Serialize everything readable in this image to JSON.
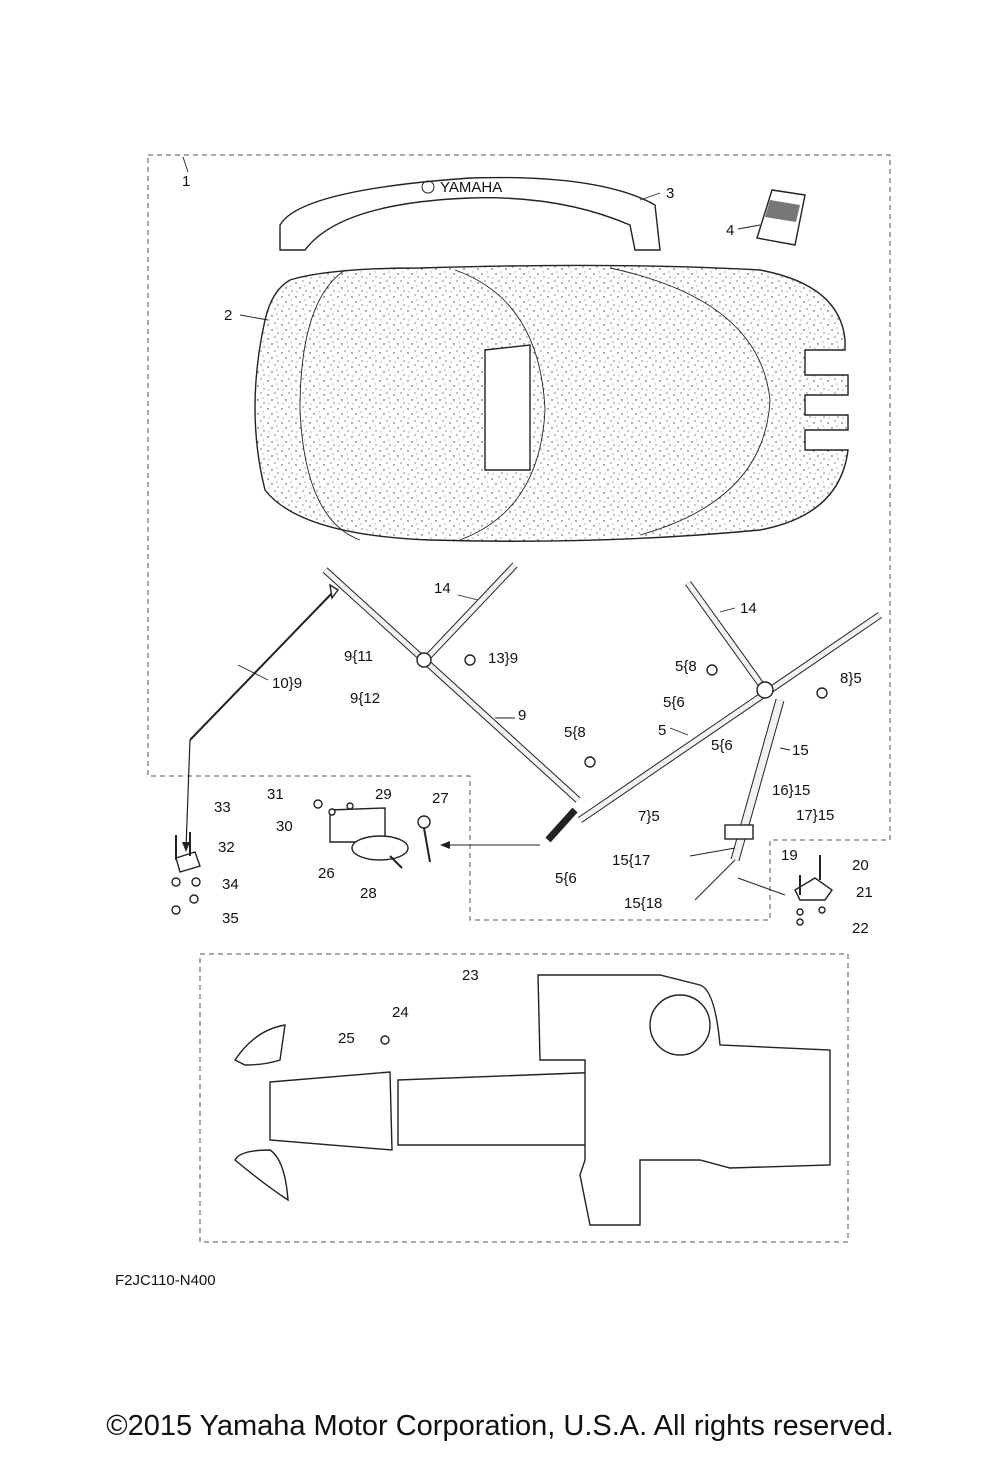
{
  "figure_code": "F2JC110-N400",
  "copyright": "©2015 Yamaha Motor Corporation, U.S.A. All rights reserved.",
  "brand_mark": "YAMAHA",
  "callouts": {
    "c1": "1",
    "c2": "2",
    "c3": "3",
    "c4": "4",
    "c14a": "14",
    "c14b": "14",
    "c9_11": "9{11",
    "c9_12": "9{12",
    "c13_9": "13}9",
    "c10_9": "10}9",
    "c9": "9",
    "c5_8a": "5{8",
    "c8_5": "8}5",
    "c5_6a": "5{6",
    "c5": "5",
    "c5_6b": "5{6",
    "c15": "15",
    "c5_8b": "5{8",
    "c7_5": "7}5",
    "c5_6c": "5{6",
    "c16_15": "16}15",
    "c17_15": "17}15",
    "c15_17": "15{17",
    "c15_18": "15{18",
    "c19": "19",
    "c20": "20",
    "c21": "21",
    "c22": "22",
    "c26": "26",
    "c27": "27",
    "c28": "28",
    "c29": "29",
    "c30": "30",
    "c31": "31",
    "c32": "32",
    "c33": "33",
    "c34": "34",
    "c35": "35",
    "c23": "23",
    "c24": "24",
    "c25": "25"
  }
}
